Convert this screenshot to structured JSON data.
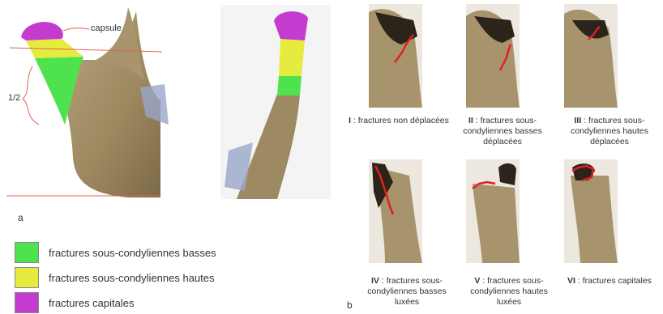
{
  "panel_a": {
    "label": "a",
    "capsule_label": "capsule",
    "half_label": "1/2",
    "legend": [
      {
        "text": "fractures sous-condyliennes basses",
        "color": "#4ee34e"
      },
      {
        "text": "fractures sous-condyliennes hautes",
        "color": "#e6ec3f"
      },
      {
        "text": "fractures capitales",
        "color": "#c43bd0"
      }
    ]
  },
  "panel_b": {
    "label": "b",
    "captions": [
      {
        "num": "I",
        "text": " : fractures non déplacées"
      },
      {
        "num": "II",
        "text": " : fractures sous-condyliennes basses déplacées"
      },
      {
        "num": "III",
        "text": " : fractures sous-condyliennes hautes déplacées"
      },
      {
        "num": "IV",
        "text": " : fractures sous-condyliennes basses luxées"
      },
      {
        "num": "V",
        "text": " : fractures sous-condyliennes hautes luxées"
      },
      {
        "num": "VI",
        "text": " : fractures capitales"
      }
    ]
  },
  "colors": {
    "bone": "#a89470",
    "bone_dark": "#6d5c40",
    "fracture_line": "#e02020",
    "outline_line": "#e06050"
  }
}
